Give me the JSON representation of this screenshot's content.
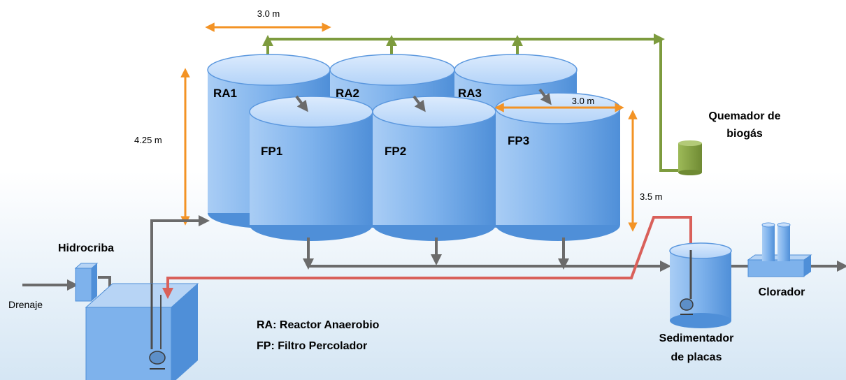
{
  "labels": {
    "top_width": "3.0 m",
    "height_ra": "4.25 m",
    "fp3_width": "3.0 m",
    "height_fp": "3.5 m",
    "ra1": "RA1",
    "ra2": "RA2",
    "ra3": "RA3",
    "fp1": "FP1",
    "fp2": "FP2",
    "fp3": "FP3",
    "burner_line1": "Quemador de",
    "burner_line2": "biogás",
    "hydrosieve": "Hidrocriba",
    "drain": "Drenaje",
    "legend_ra": "RA: Reactor Anaerobio",
    "legend_fp": "FP: Filtro Percolador",
    "settler_line1": "Sedimentador",
    "settler_line2": "de placas",
    "chlorinator": "Clorador"
  },
  "colors": {
    "tank_body": "#7eb2ec",
    "tank_top": "#c7defb",
    "dimension_arrow": "#f39325",
    "biogas_line": "#7d9b3e",
    "recycle_line": "#d9605a",
    "flow_line": "#6b6b6b"
  }
}
